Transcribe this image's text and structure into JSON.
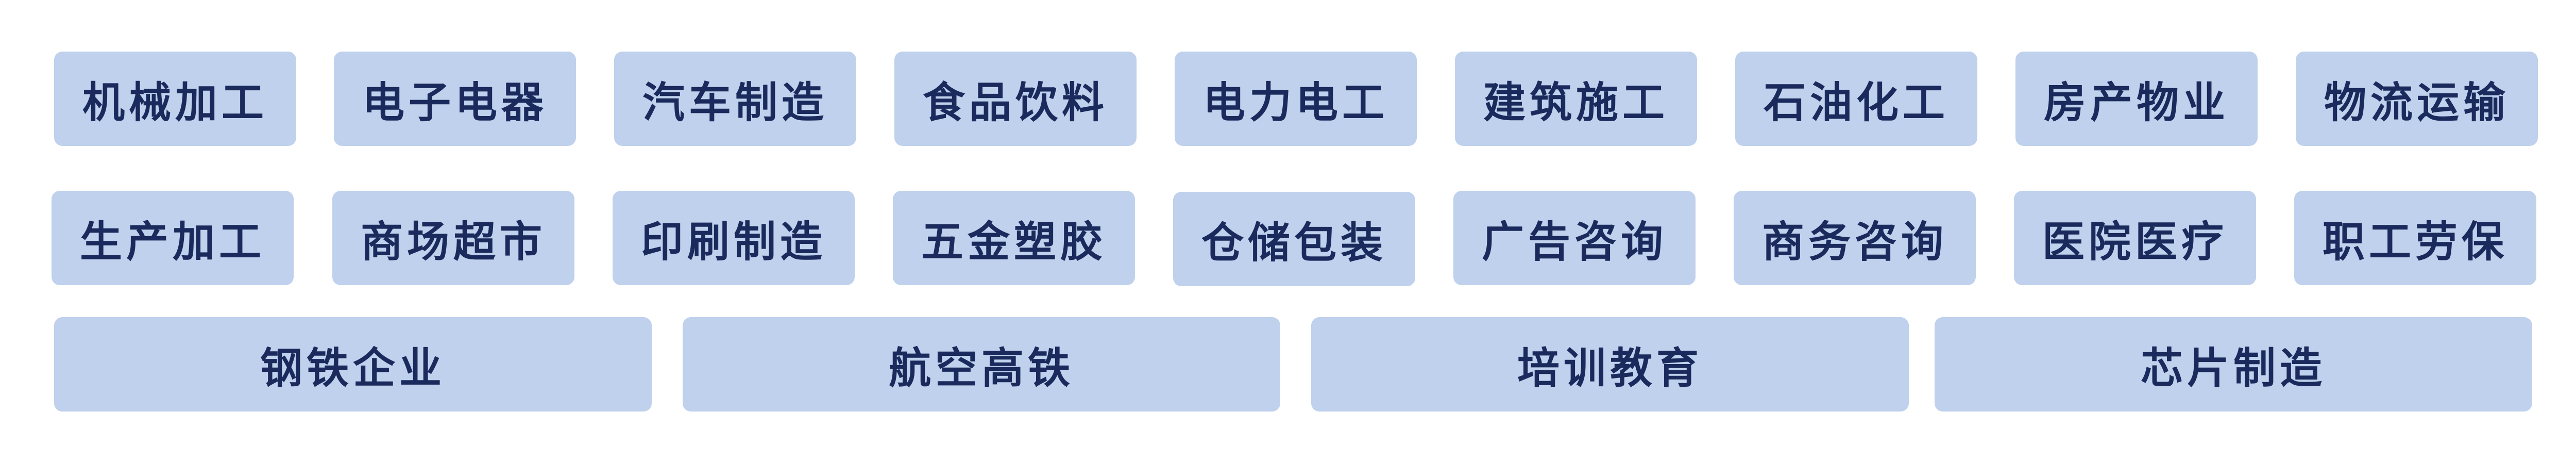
{
  "industries": {
    "row1": [
      "机械加工",
      "电子电器",
      "汽车制造",
      "食品饮料",
      "电力电工",
      "建筑施工",
      "石油化工",
      "房产物业",
      "物流运输"
    ],
    "row2": [
      "生产加工",
      "商场超市",
      "印刷制造",
      "五金塑胶",
      "仓储包装",
      "广告咨询",
      "商务咨询",
      "医院医疗",
      "职工劳保"
    ],
    "row3": [
      "钢铁企业",
      "航空高铁",
      "培训教育",
      "芯片制造"
    ]
  },
  "colors": {
    "tag_background": "#bfd1ec",
    "tag_text": "#1a2a5c"
  }
}
